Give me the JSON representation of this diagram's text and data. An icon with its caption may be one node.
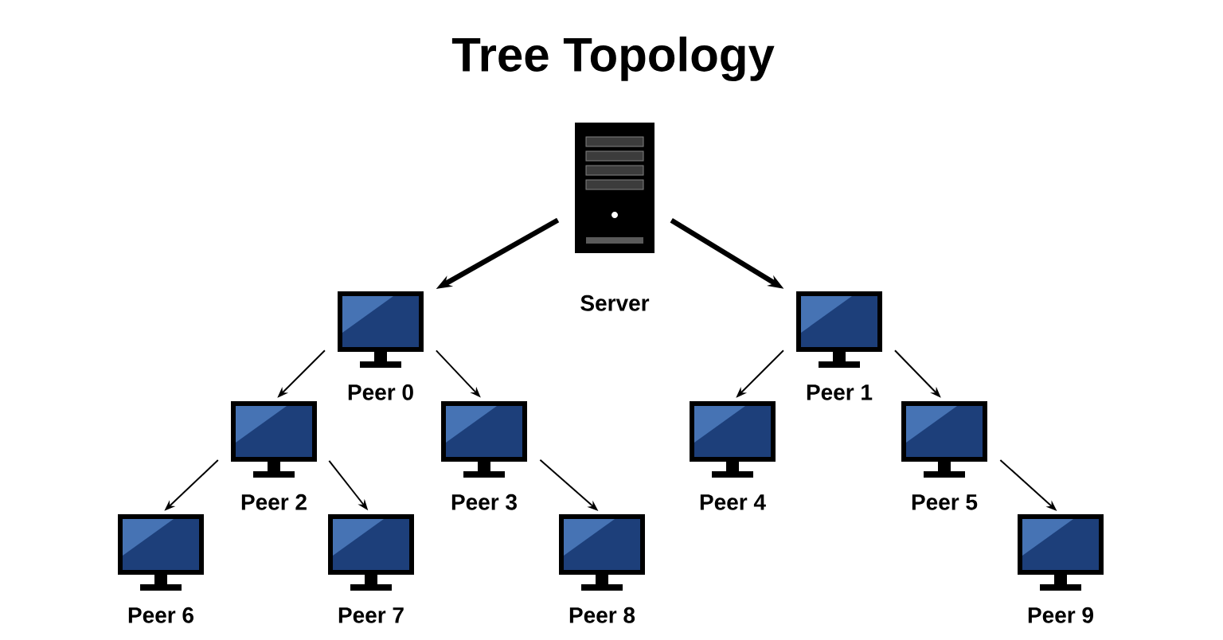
{
  "diagram": {
    "title": "Tree Topology",
    "nodes": [
      {
        "text": [
          "Server"
        ]
      },
      {
        "text": [
          "Peer 0"
        ]
      },
      {
        "text": [
          "Peer 1"
        ]
      },
      {
        "text": [
          "Peer 2"
        ]
      },
      {
        "text": [
          "Peer 3"
        ]
      },
      {
        "text": [
          "Peer 4"
        ]
      },
      {
        "text": [
          "Peer 5"
        ]
      },
      {
        "text": [
          "Peer 6"
        ]
      },
      {
        "text": [
          "Peer 7"
        ]
      },
      {
        "text": [
          "Peer 8"
        ]
      },
      {
        "text": [
          "Peer 9"
        ]
      }
    ],
    "edges": [
      {
        "from": 0,
        "to": 1,
        "arrow": "to",
        "style": "thick"
      },
      {
        "from": 0,
        "to": 2,
        "arrow": "to",
        "style": "thick"
      },
      {
        "from": 1,
        "to": 3,
        "arrow": "to"
      },
      {
        "from": 1,
        "to": 4,
        "arrow": "to"
      },
      {
        "from": 2,
        "to": 5,
        "arrow": "to"
      },
      {
        "from": 2,
        "to": 6,
        "arrow": "to"
      },
      {
        "from": 3,
        "to": 7,
        "arrow": "to"
      },
      {
        "from": 3,
        "to": 8,
        "arrow": "to"
      },
      {
        "from": 4,
        "to": 9,
        "arrow": "to"
      },
      {
        "from": 6,
        "to": 10,
        "arrow": "to"
      }
    ]
  }
}
